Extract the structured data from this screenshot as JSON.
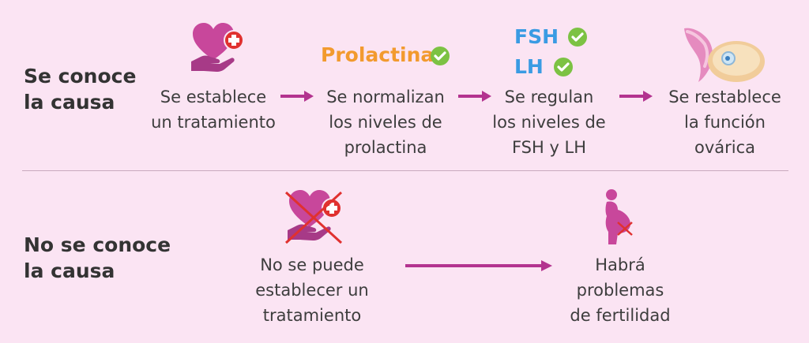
{
  "colors": {
    "background": "#fbe4f3",
    "magenta": "#b3338f",
    "icon_pink": "#c8479b",
    "prolactina": "#f29a2e",
    "hormone_blue": "#3a9be3",
    "check_green": "#7cc243",
    "cross_red": "#e0312f",
    "divider": "#c9a9bd"
  },
  "rows": {
    "known": {
      "label": "Se conoce\nla causa"
    },
    "unknown": {
      "label": "No se conoce\nla causa"
    }
  },
  "known_steps": [
    {
      "text": "Se establece\nun tratamiento",
      "icon": "heart-hand-cross-icon"
    },
    {
      "text": "Se normalizan\nlos niveles de\nprolactina",
      "tag": "Prolactina",
      "icon": "check-icon"
    },
    {
      "text": "Se regulan\nlos niveles de\nFSH y LH",
      "tags": [
        "FSH",
        "LH"
      ],
      "icon": "check-icon"
    },
    {
      "text": "Se restablece\nla función\novárica",
      "icon": "ovary-icon"
    }
  ],
  "unknown_steps": [
    {
      "text": "No se puede\nestablecer un\ntratamiento",
      "icon": "crossed-heart-hand-icon"
    },
    {
      "text": "Habrá\nproblemas\nde fertilidad",
      "icon": "pregnant-woman-crossed-icon"
    }
  ]
}
